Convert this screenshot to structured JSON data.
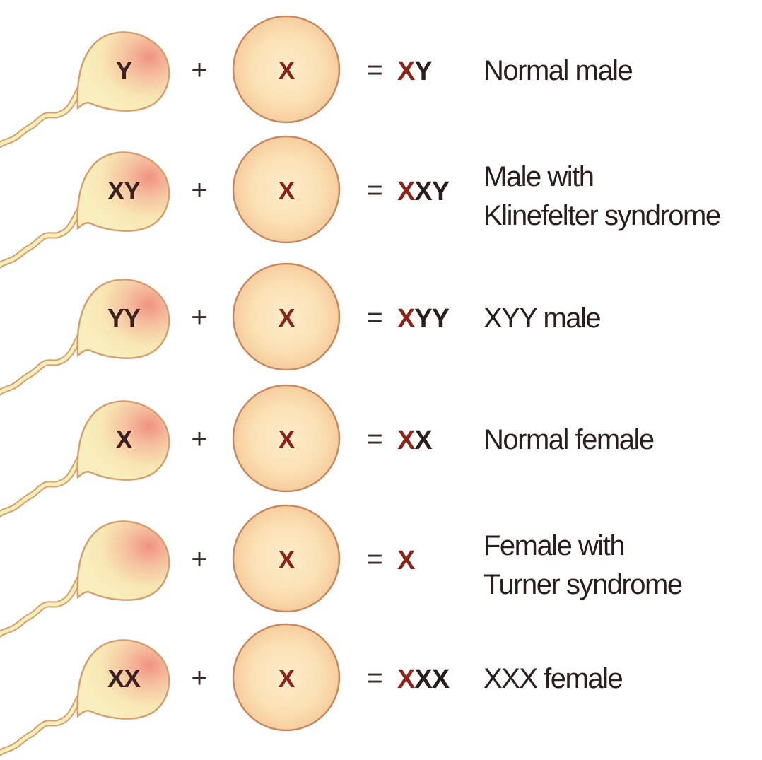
{
  "rows": [
    {
      "sperm": "Y",
      "plus": "+",
      "egg": "X",
      "equals": "=",
      "result_x": "X",
      "result_rest": "Y",
      "label_line1": "Normal male",
      "label_line2": ""
    },
    {
      "sperm": "XY",
      "plus": "+",
      "egg": "X",
      "equals": "=",
      "result_x": "X",
      "result_rest": "XY",
      "label_line1": "Male with",
      "label_line2": "Klinefelter syndrome"
    },
    {
      "sperm": "YY",
      "plus": "+",
      "egg": "X",
      "equals": "=",
      "result_x": "X",
      "result_rest": "YY",
      "label_line1": "XYY male",
      "label_line2": ""
    },
    {
      "sperm": "X",
      "plus": "+",
      "egg": "X",
      "equals": "=",
      "result_x": "X",
      "result_rest": "X",
      "label_line1": "Normal female",
      "label_line2": ""
    },
    {
      "sperm": "",
      "plus": "+",
      "egg": "X",
      "equals": "=",
      "result_x": "X",
      "result_rest": "",
      "label_line1": "Female with",
      "label_line2": "Turner syndrome"
    },
    {
      "sperm": "XX",
      "plus": "+",
      "egg": "X",
      "equals": "=",
      "result_x": "X",
      "result_rest": "XX",
      "label_line1": "XXX female",
      "label_line2": ""
    }
  ],
  "colors": {
    "background": "#ffffff",
    "sperm_fill": "#f8eeb8",
    "sperm_stroke": "#d4a070",
    "sperm_blush": "#f2a08a",
    "egg_fill": "#fbe1b6",
    "egg_stroke": "#c58a62",
    "x_red": "#8a2418",
    "text_dark": "#2a1e1c"
  }
}
